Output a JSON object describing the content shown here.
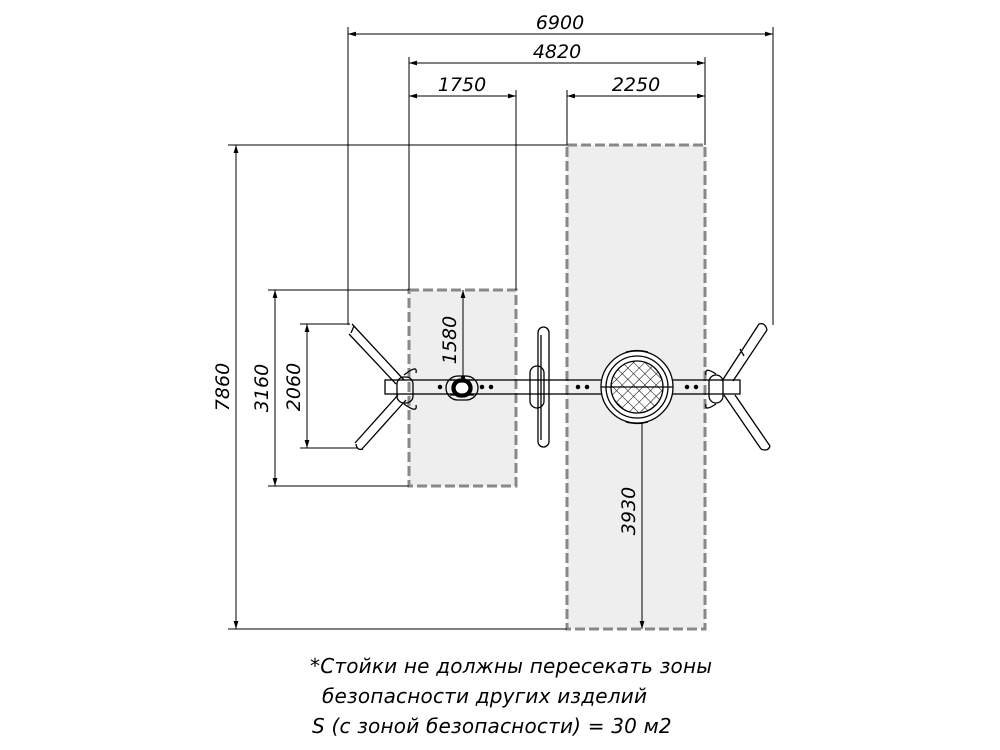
{
  "dimensions": {
    "overall_width": "6900",
    "frame_width": "4820",
    "left_zone_width": "1750",
    "right_zone_width": "2250",
    "overall_length": "7860",
    "left_zone_length": "3160",
    "handle_span": "2060",
    "left_zone_depth": "1580",
    "right_zone_depth": "3930"
  },
  "notes": {
    "line1": "*Стойки не должны пересекать зоны",
    "line2": "безопасности других изделий",
    "line3": "S (с зоной безопасности) = 30 м2"
  },
  "colors": {
    "line": "#000000",
    "safety_zone_fill": "#eeeeee",
    "safety_zone_border": "#888888"
  }
}
